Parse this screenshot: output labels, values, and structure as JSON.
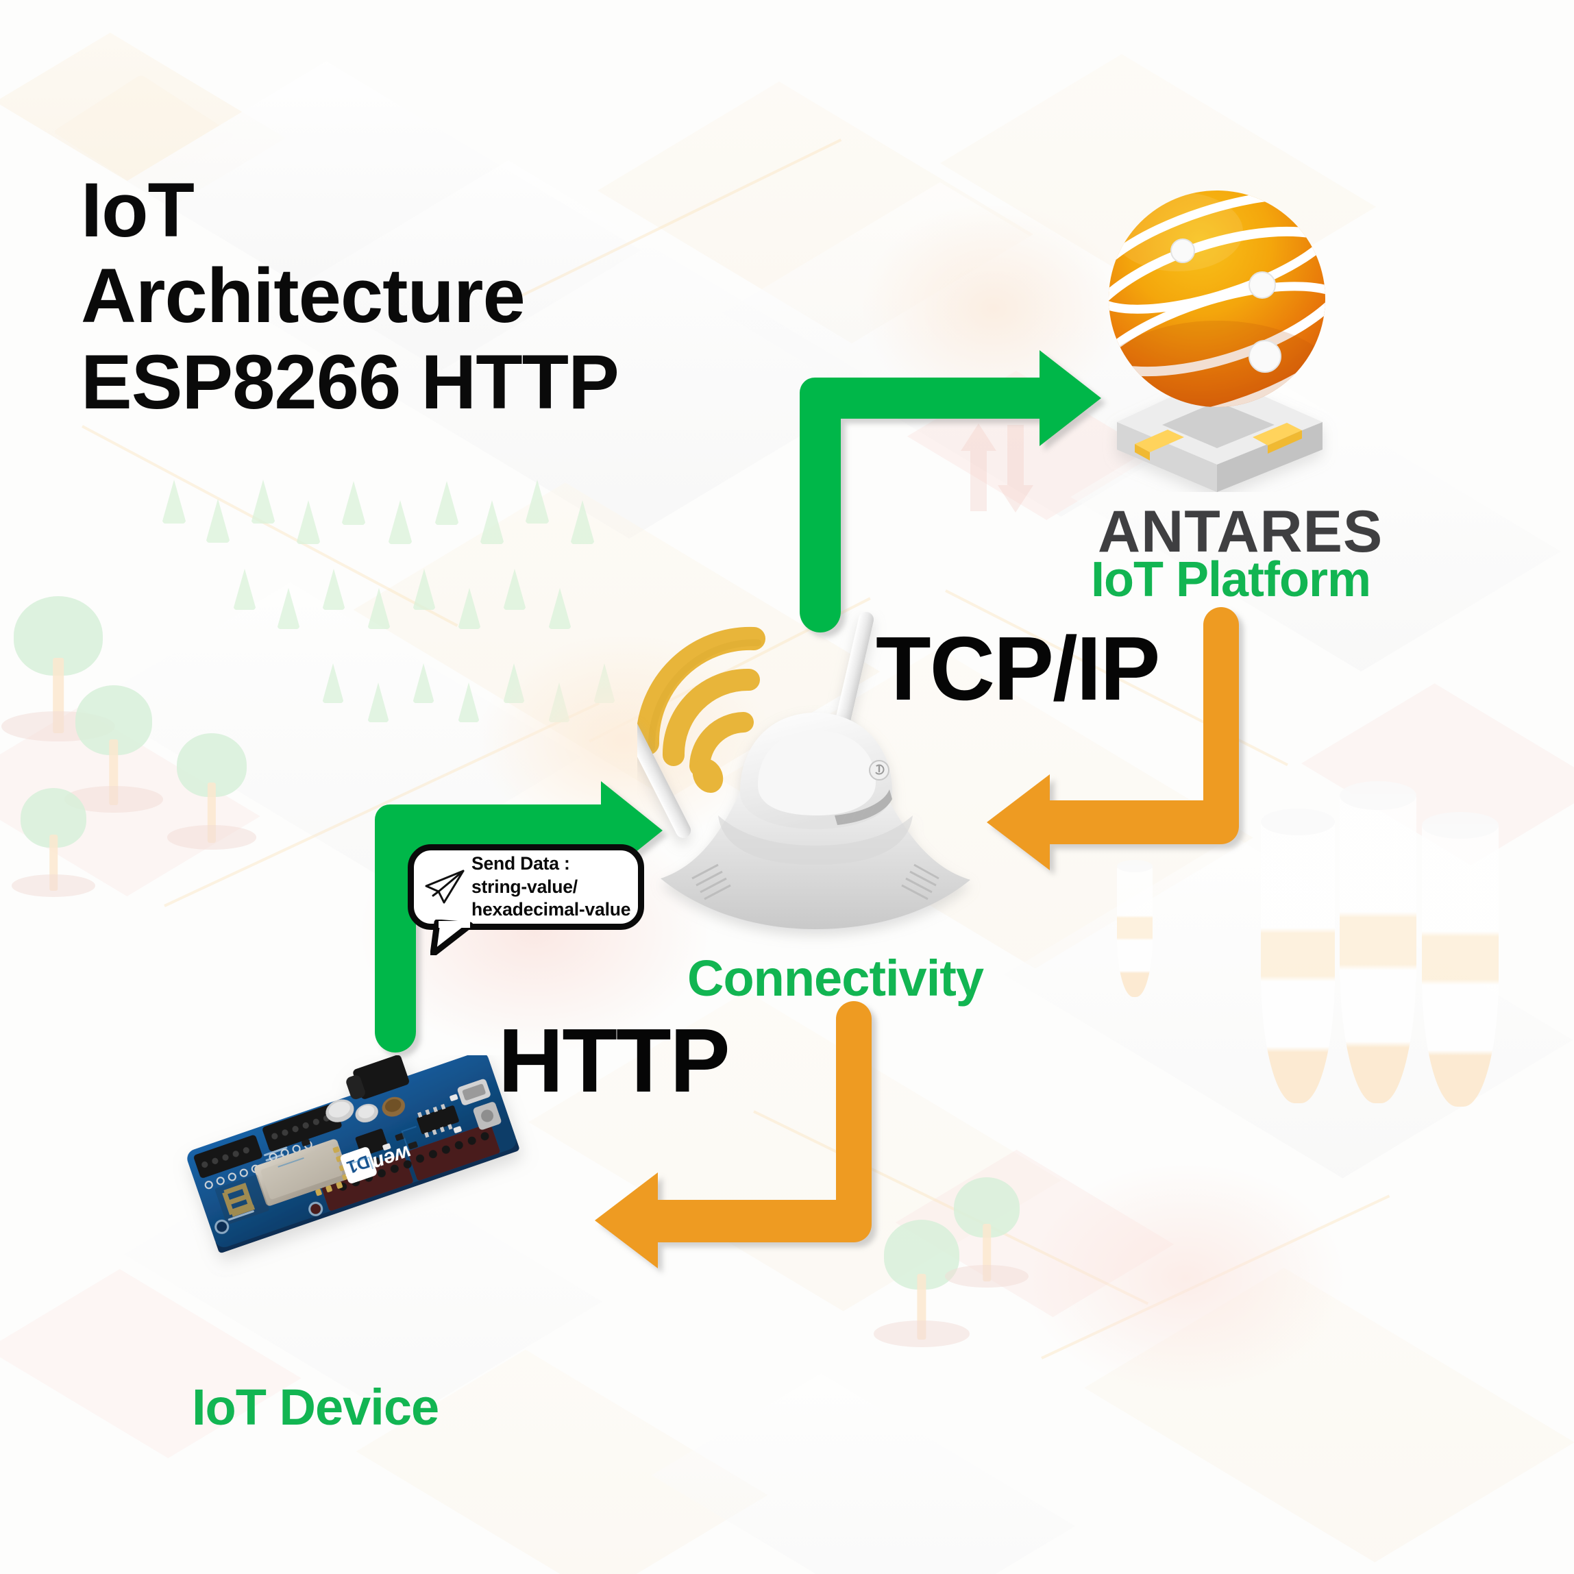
{
  "title": {
    "text": "IoT\nArchitecture\nESP8266 HTTP"
  },
  "nodes": {
    "platform": {
      "name": "ANTARES",
      "subtitle": "IoT Platform",
      "icon": "orange-globe-icon"
    },
    "connectivity": {
      "label": "Connectivity",
      "icon": "wifi-router-icon"
    },
    "device": {
      "label": "IoT Device",
      "icon": "wemos-d1-board-icon"
    }
  },
  "protocols": {
    "tcpip": "TCP/IP",
    "http": "HTTP"
  },
  "bubble": {
    "icon": "paper-plane-icon",
    "text": "Send Data :\nstring-value/\nhexadecimal-value"
  },
  "arrows": [
    {
      "id": "device-to-router",
      "color": "#00b74a",
      "direction": "up-right"
    },
    {
      "id": "router-to-platform",
      "color": "#00b74a",
      "direction": "up-right"
    },
    {
      "id": "platform-to-router",
      "color": "#ee9b20",
      "direction": "down-left"
    },
    {
      "id": "router-to-device",
      "color": "#ee9b20",
      "direction": "down-left"
    }
  ],
  "colors": {
    "green": "#00b74a",
    "green_text": "#12b552",
    "orange": "#ee9b20",
    "wifi_gold": "#e8b53a",
    "dark_text": "#0a0a0a",
    "gray_text": "#3f3f41",
    "globe_top": "#f5b312",
    "globe_bottom": "#e2690a",
    "board_pcb": "#12528f",
    "background": "#fdfdfc"
  },
  "board_marks": {
    "brand": "wemos",
    "model": "D1"
  }
}
